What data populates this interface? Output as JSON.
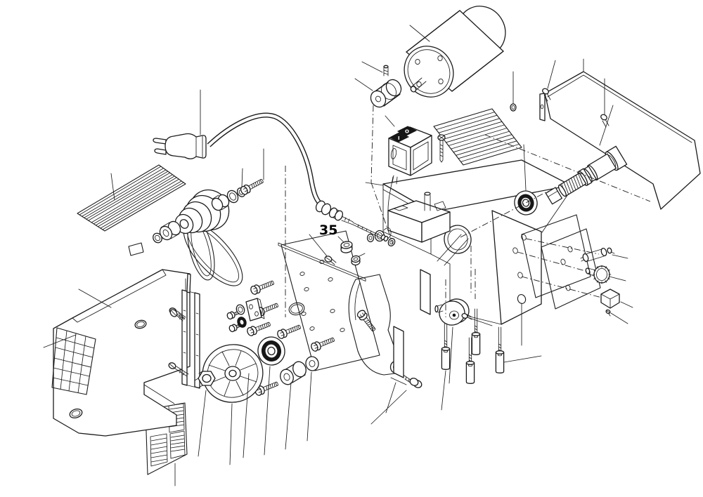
{
  "figure": {
    "background_color": "#ffffff",
    "line_color": "#1c1c1c",
    "callout_35": "35",
    "switch": {
      "on_symbol": "I",
      "off_symbol": "O"
    }
  }
}
